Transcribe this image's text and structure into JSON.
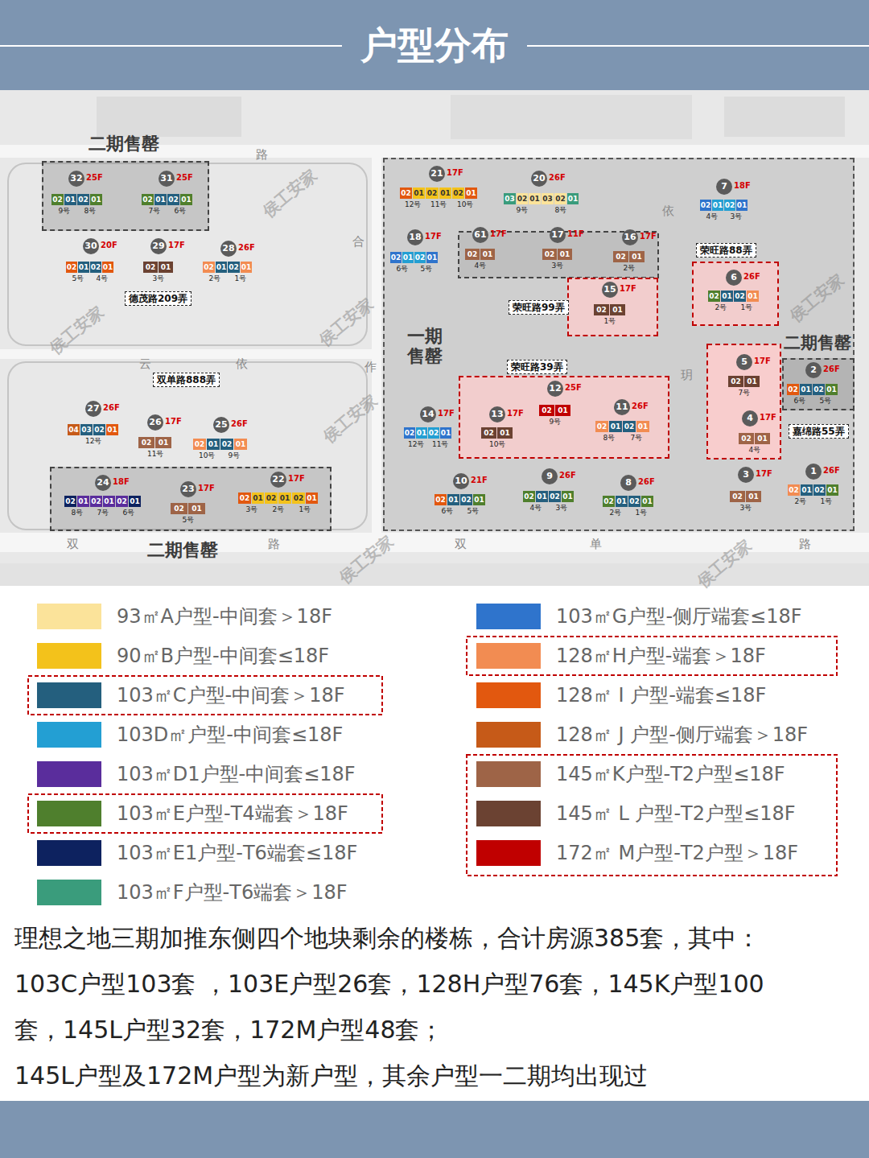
{
  "diagram": {
    "title": "户型分布",
    "caption": "理想之地三期加推东侧四个地块剩余的楼栋，合计房源385套，其中：103C户型103套 ，103E户型26套，128H户型76套，145K户型100套，145L户型32套，172M户型48套；",
    "nodes": [
      {
        "text": [
          "二期售罄"
        ]
      },
      {
        "text": [
          "32",
          "25F"
        ],
        "in": 0
      },
      {
        "text": [
          "02"
        ],
        "in": 0
      },
      {
        "text": [
          "01"
        ],
        "in": 0
      },
      {
        "text": [
          "02"
        ],
        "in": 0
      },
      {
        "text": [
          "01"
        ],
        "in": 0
      },
      {
        "text": [
          "31",
          "25F"
        ],
        "in": 0
      },
      {
        "text": [
          "02"
        ],
        "in": 0
      },
      {
        "text": [
          "01"
        ],
        "in": 0
      },
      {
        "text": [
          "02"
        ],
        "in": 0
      },
      {
        "text": [
          "01"
        ],
        "in": 0
      },
      {
        "text": [
          "30",
          "20F"
        ]
      },
      {
        "text": [
          "02"
        ]
      },
      {
        "text": [
          "01"
        ]
      },
      {
        "text": [
          "02"
        ]
      },
      {
        "text": [
          "01"
        ]
      },
      {
        "text": [
          "29",
          "17F"
        ]
      },
      {
        "text": [
          "02"
        ]
      },
      {
        "text": [
          "01"
        ]
      },
      {
        "text": [
          "28",
          "26F"
        ]
      },
      {
        "text": [
          "02"
        ]
      },
      {
        "text": [
          "01"
        ]
      },
      {
        "text": [
          "02"
        ]
      },
      {
        "text": [
          "01"
        ]
      },
      {
        "text": [
          "德茂路209弄"
        ]
      },
      {
        "text": [
          "双单路888弄"
        ]
      },
      {
        "text": [
          "27",
          "26F"
        ]
      },
      {
        "text": [
          "04"
        ]
      },
      {
        "text": [
          "03"
        ]
      },
      {
        "text": [
          "02"
        ]
      },
      {
        "text": [
          "01"
        ]
      },
      {
        "text": [
          "26",
          "17F"
        ]
      },
      {
        "text": [
          "02"
        ]
      },
      {
        "text": [
          "01"
        ]
      },
      {
        "text": [
          "25",
          "26F"
        ]
      },
      {
        "text": [
          "02"
        ]
      },
      {
        "text": [
          "01"
        ]
      },
      {
        "text": [
          "02"
        ]
      },
      {
        "text": [
          "01"
        ]
      },
      {
        "text": [
          "二期售罄"
        ]
      },
      {
        "text": [
          "24",
          "18F"
        ],
        "in": 39
      },
      {
        "text": [
          "02"
        ],
        "in": 39
      },
      {
        "text": [
          "01"
        ],
        "in": 39
      },
      {
        "text": [
          "02"
        ],
        "in": 39
      },
      {
        "text": [
          "01"
        ],
        "in": 39
      },
      {
        "text": [
          "02"
        ],
        "in": 39
      },
      {
        "text": [
          "01"
        ],
        "in": 39
      },
      {
        "text": [
          "23",
          "17F"
        ],
        "in": 39
      },
      {
        "text": [
          "02"
        ],
        "in": 39
      },
      {
        "text": [
          "01"
        ],
        "in": 39
      },
      {
        "text": [
          "22",
          "17F"
        ],
        "in": 39
      },
      {
        "text": [
          "02"
        ],
        "in": 39
      },
      {
        "text": [
          "01"
        ],
        "in": 39
      },
      {
        "text": [
          "02"
        ],
        "in": 39
      },
      {
        "text": [
          "01"
        ],
        "in": 39
      },
      {
        "text": [
          "02"
        ],
        "in": 39
      },
      {
        "text": [
          "01"
        ],
        "in": 39
      },
      {
        "text": [
          "一期售罄"
        ]
      },
      {
        "text": [
          "21",
          "17F"
        ],
        "in": 57
      },
      {
        "text": [
          "02"
        ],
        "in": 57
      },
      {
        "text": [
          "01"
        ],
        "in": 57
      },
      {
        "text": [
          "02"
        ],
        "in": 57
      },
      {
        "text": [
          "01"
        ],
        "in": 57
      },
      {
        "text": [
          "02"
        ],
        "in": 57
      },
      {
        "text": [
          "01"
        ],
        "in": 57
      },
      {
        "text": [
          "20",
          "26F"
        ],
        "in": 57
      },
      {
        "text": [
          "03"
        ],
        "in": 57
      },
      {
        "text": [
          "02"
        ],
        "in": 57
      },
      {
        "text": [
          "01"
        ],
        "in": 57
      },
      {
        "text": [
          "03"
        ],
        "in": 57
      },
      {
        "text": [
          "02"
        ],
        "in": 57
      },
      {
        "text": [
          "01"
        ],
        "in": 57
      },
      {
        "text": [
          "7",
          "18F"
        ],
        "in": 57
      },
      {
        "text": [
          "02"
        ],
        "in": 57
      },
      {
        "text": [
          "01"
        ],
        "in": 57
      },
      {
        "text": [
          "02"
        ],
        "in": 57
      },
      {
        "text": [
          "01"
        ],
        "in": 57
      },
      {
        "text": [
          "18",
          "17F"
        ],
        "in": 57
      },
      {
        "text": [
          "02"
        ],
        "in": 57
      },
      {
        "text": [
          "01"
        ],
        "in": 57
      },
      {
        "text": [
          "02"
        ],
        "in": 57
      },
      {
        "text": [
          "01"
        ],
        "in": 57
      },
      {
        "text": [
          "61",
          "17F"
        ],
        "in": 57
      },
      {
        "text": [
          "02"
        ],
        "in": 57
      },
      {
        "text": [
          "01"
        ],
        "in": 57
      },
      {
        "text": [
          "17",
          "11F"
        ],
        "in": 57
      },
      {
        "text": [
          "02"
        ],
        "in": 57
      },
      {
        "text": [
          "01"
        ],
        "in": 57
      },
      {
        "text": [
          "16",
          "17F"
        ],
        "in": 57
      },
      {
        "text": [
          "02"
        ],
        "in": 57
      },
      {
        "text": [
          "01"
        ],
        "in": 57
      },
      {
        "text": [
          "荣旺路99弄"
        ],
        "in": 57
      },
      {
        "text": [
          "15",
          "17F"
        ],
        "in": 91
      },
      {
        "text": [
          "02"
        ],
        "in": 91
      },
      {
        "text": [
          "01"
        ],
        "in": 91
      },
      {
        "text": [
          "荣旺路39弄"
        ],
        "in": 57
      },
      {
        "text": [
          "13",
          "17F"
        ],
        "in": 95
      },
      {
        "text": [
          "02"
        ],
        "in": 95
      },
      {
        "text": [
          "01"
        ],
        "in": 95
      },
      {
        "text": [
          "12",
          "25F"
        ],
        "in": 95
      },
      {
        "text": [
          "02"
        ],
        "in": 95
      },
      {
        "text": [
          "01"
        ],
        "in": 95
      },
      {
        "text": [
          "11",
          "26F"
        ],
        "in": 95
      },
      {
        "text": [
          "02"
        ],
        "in": 95
      },
      {
        "text": [
          "01"
        ],
        "in": 95
      },
      {
        "text": [
          "02"
        ],
        "in": 95
      },
      {
        "text": [
          "01"
        ],
        "in": 95
      },
      {
        "text": [
          "14",
          "17F"
        ],
        "in": 57
      },
      {
        "text": [
          "02"
        ],
        "in": 57
      },
      {
        "text": [
          "01"
        ],
        "in": 57
      },
      {
        "text": [
          "02"
        ],
        "in": 57
      },
      {
        "text": [
          "01"
        ],
        "in": 57
      },
      {
        "text": [
          "10",
          "21F"
        ],
        "in": 57
      },
      {
        "text": [
          "02"
        ],
        "in": 57
      },
      {
        "text": [
          "01"
        ],
        "in": 57
      },
      {
        "text": [
          "02"
        ],
        "in": 57
      },
      {
        "text": [
          "01"
        ],
        "in": 57
      },
      {
        "text": [
          "9",
          "26F"
        ],
        "in": 57
      },
      {
        "text": [
          "02"
        ],
        "in": 57
      },
      {
        "text": [
          "01"
        ],
        "in": 57
      },
      {
        "text": [
          "02"
        ],
        "in": 57
      },
      {
        "text": [
          "01"
        ],
        "in": 57
      },
      {
        "text": [
          "8",
          "26F"
        ],
        "in": 57
      },
      {
        "text": [
          "02"
        ],
        "in": 57
      },
      {
        "text": [
          "01"
        ],
        "in": 57
      },
      {
        "text": [
          "02"
        ],
        "in": 57
      },
      {
        "text": [
          "01"
        ],
        "in": 57
      },
      {
        "text": [
          "荣旺路88弄"
        ],
        "in": 57
      },
      {
        "text": [
          "6",
          "26F"
        ],
        "in": 127
      },
      {
        "text": [
          "02"
        ],
        "in": 127
      },
      {
        "text": [
          "01"
        ],
        "in": 127
      },
      {
        "text": [
          "02"
        ],
        "in": 127
      },
      {
        "text": [
          "01"
        ],
        "in": 127
      },
      {
        "text": [
          "5",
          "17F"
        ],
        "in": 57
      },
      {
        "text": [
          "02"
        ],
        "in": 57
      },
      {
        "text": [
          "01"
        ],
        "in": 57
      },
      {
        "text": [
          "4",
          "17F"
        ],
        "in": 57
      },
      {
        "text": [
          "02"
        ],
        "in": 57
      },
      {
        "text": [
          "01"
        ],
        "in": 57
      },
      {
        "text": [
          "二期售罄"
        ],
        "in": 57
      },
      {
        "text": [
          "2",
          "26F"
        ],
        "in": 139
      },
      {
        "text": [
          "02"
        ],
        "in": 139
      },
      {
        "text": [
          "01"
        ],
        "in": 139
      },
      {
        "text": [
          "02"
        ],
        "in": 139
      },
      {
        "text": [
          "01"
        ],
        "in": 139
      },
      {
        "text": [
          "嘉绵路55弄"
        ],
        "in": 57
      },
      {
        "text": [
          "3",
          "17F"
        ],
        "in": 57
      },
      {
        "text": [
          "02"
        ],
        "in": 57
      },
      {
        "text": [
          "01"
        ],
        "in": 57
      },
      {
        "text": [
          "1",
          "26F"
        ],
        "in": 57
      },
      {
        "text": [
          "02"
        ],
        "in": 57
      },
      {
        "text": [
          "01"
        ],
        "in": 57
      },
      {
        "text": [
          "02"
        ],
        "in": 57
      },
      {
        "text": [
          "01"
        ],
        "in": 57
      }
    ],
    "labels": [
      "9号",
      "8号",
      "7号",
      "6号",
      "5号",
      "4号",
      "3号",
      "2号",
      "1号",
      "12号",
      "11号",
      "10号",
      "9号",
      "8号",
      "7号",
      "6号",
      "5号",
      "3号",
      "2号",
      "1号",
      "12号",
      "11号",
      "10号",
      "9号",
      "8号",
      "4号",
      "3号",
      "6号",
      "5号",
      "4号",
      "3号",
      "2号",
      "1号",
      "10号",
      "9号",
      "8号",
      "7号",
      "12号",
      "11号",
      "6号",
      "5号",
      "4号",
      "3号",
      "2号",
      "1号",
      "2号",
      "1号",
      "7号",
      "4号",
      "6号",
      "5号",
      "3号",
      "2号",
      "1号",
      "路",
      "依",
      "合",
      "云",
      "依",
      "作",
      "玥",
      "双",
      "路",
      "双",
      "单",
      "路",
      "侯工安家",
      "侯工安家",
      "侯工安家",
      "侯工安家",
      "侯工安家",
      "侯工安家",
      "侯工安家",
      "145L户型及172M户型为新户型，其余户型一二期均出现过"
    ],
    "legend": [
      {
        "text": "93㎡A户型-中间套＞18F",
        "color": "#fbe39a"
      },
      {
        "text": "90㎡B户型-中间套≤18F",
        "color": "#f3c21b"
      },
      {
        "text": "103㎡C户型-中间套＞18F",
        "color": "#245f7e"
      },
      {
        "text": "103D㎡户型-中间套≤18F",
        "color": "#239fd3"
      },
      {
        "text": "103㎡D1户型-中间套≤18F",
        "color": "#5a2d9c"
      },
      {
        "text": "103㎡E户型-T4端套＞18F",
        "color": "#4f7f2d"
      },
      {
        "text": "103㎡E1户型-T6端套≤18F",
        "color": "#0d225f"
      },
      {
        "text": "103㎡F户型-T6端套＞18F",
        "color": "#3a9c7c"
      },
      {
        "text": "103㎡G户型-侧厅端套≤18F",
        "color": "#2f74cc"
      },
      {
        "text": "128㎡H户型-端套＞18F",
        "color": "#f28c52"
      },
      {
        "text": "128㎡ I 户型-端套≤18F",
        "color": "#e2580f"
      },
      {
        "text": "128㎡ J 户型-侧厅端套＞18F",
        "color": "#c65a18"
      },
      {
        "text": "145㎡K户型-T2户型≤18F",
        "color": "#9e6447"
      },
      {
        "text": "145㎡ L 户型-T2户型≤18F",
        "color": "#6b4232"
      },
      {
        "text": "172㎡ M户型-T2户型＞18F",
        "color": "#c00000"
      }
    ]
  }
}
